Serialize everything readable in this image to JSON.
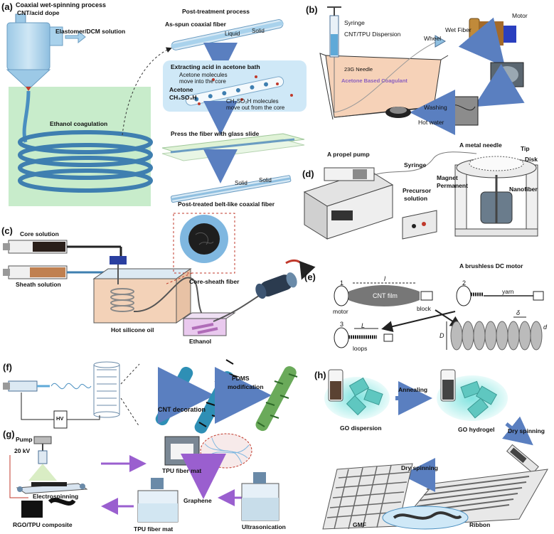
{
  "panels": {
    "a": {
      "letter": "(a)",
      "process_title": "Coaxial wet-spinning process",
      "core_dope": "CNT/acid dope",
      "sheath_solution": "Elastomer/DCM solution",
      "coagulation": "Ethanol coagulation",
      "post_title": "Post-treatment process",
      "as_spun": "As-spun coaxial fiber",
      "liquid": "Liquid",
      "solid": "Solid",
      "extract_title": "Extracting acid in acetone bath",
      "acetone_move": "Acetone molecules",
      "acetone_move2": "move into the core",
      "acetone": "Acetone",
      "ch3so3h": "CH₃SO₃H",
      "ch3so3h_move": "CH₃SO₃H molecules",
      "ch3so3h_move2": "move out from the core",
      "press": "Press the fiber with glass slide",
      "solid_a": "Solid",
      "solid_b": "Solid",
      "final": "Post-treated belt-like coaxial fiber"
    },
    "b": {
      "letter": "(b)",
      "syringe": "Syringe",
      "dispersion": "CNT/TPU Dispersion",
      "wet_fiber": "Wet Fiber",
      "wheel": "Wheel",
      "motor": "Motor",
      "needle": "23G Needle",
      "coagulant": "Acetone Based Coagulant",
      "washing": "Washing",
      "hot_water": "Hot water"
    },
    "c": {
      "letter": "(c)",
      "core": "Core solution",
      "sheath": "Sheath solution",
      "fiber": "Core-sheath fiber",
      "oil": "Hot silicone oil",
      "ethanol": "Ethanol"
    },
    "d": {
      "letter": "(d)",
      "pump": "A propel pump",
      "syringe": "Syringe",
      "needle": "A metal needle",
      "tip": "Tip",
      "disk": "Disk",
      "magnet1": "Magnet",
      "magnet2": "Permanent",
      "nanofiber": "Nanofiber",
      "precursor1": "Precursor",
      "precursor2": "solution",
      "motor": "A brushless DC motor"
    },
    "e": {
      "letter": "(e)",
      "step1": "1",
      "step2": "2",
      "step3": "3",
      "l_italic": "l",
      "film": "CNT film",
      "motor": "motor",
      "block": "block",
      "yarn": "yarn",
      "L": "L",
      "loops": "loops",
      "D": "D",
      "delta": "δ",
      "d": "d"
    },
    "f": {
      "letter": "(f)",
      "hv": "HV",
      "decoration": "CNT decoration",
      "pdms1": "PDMS",
      "pdms2": "modification"
    },
    "g": {
      "letter": "(g)",
      "pump": "Pump",
      "kv": "20 kV",
      "electrospinning": "Electrospinning",
      "mat1": "TPU fiber mat",
      "graphene": "Graphene",
      "ultrasonication": "Ultrasonication",
      "mat2": "TPU fiber mat",
      "composite": "RGO/TPU composite"
    },
    "h": {
      "letter": "(h)",
      "go_dispersion": "GO dispersion",
      "annealing": "Annealing",
      "go_hydrogel": "GO hydrogel",
      "dry1": "Dry spinning",
      "dry2": "Dry spinning",
      "gmf": "GMF",
      "ribbon": "Ribbon"
    }
  },
  "colors": {
    "fiber_blue": "#4a8fc0",
    "arrow_blue": "#5a7fc0",
    "arrow_purple": "#9a5fcf",
    "green_bg": "#c8eccb",
    "oil": "#f3d2b8",
    "teal": "#4fd0c8"
  }
}
